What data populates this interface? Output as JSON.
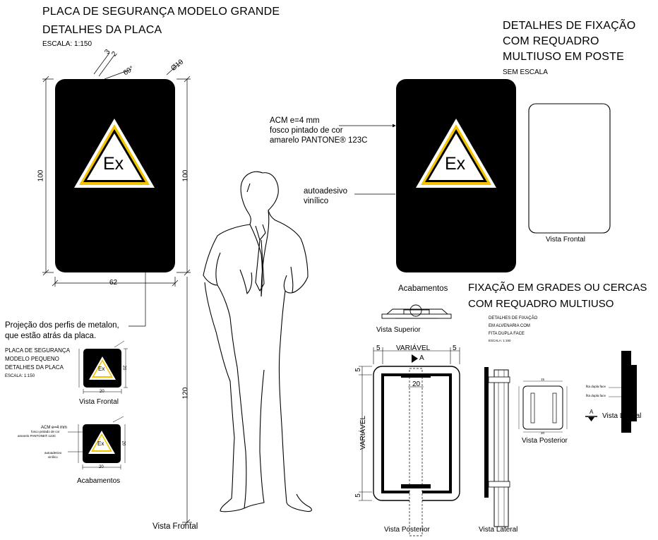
{
  "left": {
    "title": "PLACA DE SEGURANÇA MODELO GRANDE",
    "subtitle": "DETALHES DA PLACA",
    "scale": "ESCALA: 1:150",
    "dims": {
      "d1": "3",
      "d2": "2",
      "angle": "60°",
      "diameter": "Ø10",
      "height_left": "100",
      "height_right": "100",
      "width": "62"
    },
    "sign_text": "Ex",
    "projection_note_1": "Projeção dos perfis de metalon,",
    "projection_note_2": "que estão atrás da placa.",
    "front_view": "Vista Frontal",
    "height_total": "120"
  },
  "small": {
    "title_1": "PLACA DE SEGURANÇA",
    "title_2": "MODELO PEQUENO",
    "title_3": "DETALHES DA PLACA",
    "scale": "ESCALA: 1:150",
    "dim_20": "20",
    "front_view": "Vista Frontal",
    "note_acm": "ACM e=4 mm",
    "note_paint_1": "fosco pintado de cor",
    "note_paint_2": "amarelo PANTONE® 123C",
    "note_adhesive_1": "autoadesivo",
    "note_adhesive_2": "vinílico",
    "finishes": "Acabamentos"
  },
  "right": {
    "title_1": "DETALHES DE FIXAÇÃO",
    "title_2": "COM REQUADRO",
    "title_3": "MULTIUSO EM POSTE",
    "no_scale": "SEM ESCALA",
    "note_acm": "ACM e=4 mm",
    "note_paint_1": "fosco pintado de cor",
    "note_paint_2": "amarelo PANTONE® 123C",
    "note_adhesive_1": "autoadesivo",
    "note_adhesive_2": "vinílico",
    "front_view": "Vista Frontal",
    "finishes": "Acabamentos"
  },
  "fixing": {
    "title_1": "FIXAÇÃO EM GRADES OU CERCAS",
    "title_2": "COM REQUADRO MULTIUSO",
    "top_view": "Vista Superior",
    "variable": "VARIÁVEL",
    "dim_5": "5",
    "dim_20": "20",
    "section_a": "A",
    "back_view": "Vista Posterior",
    "side_view": "Vista Lateral"
  },
  "masonry": {
    "title_1": "DETALHES DE FIXAÇÃO",
    "title_2": "EM ALVENARIA COM",
    "title_3": "FITA DUPLA FACE",
    "scale": "ESCALA: 1:150",
    "tape_1": "fita dupla face",
    "tape_2": "fita dupla face",
    "dim_15": "15",
    "dim_20": "20",
    "section_a": "A",
    "back_view": "Vista Posterior",
    "side_view": "Vista Lateral"
  },
  "colors": {
    "sign_body": "#000000",
    "triangle_border": "#e8c500",
    "line": "#000000"
  }
}
